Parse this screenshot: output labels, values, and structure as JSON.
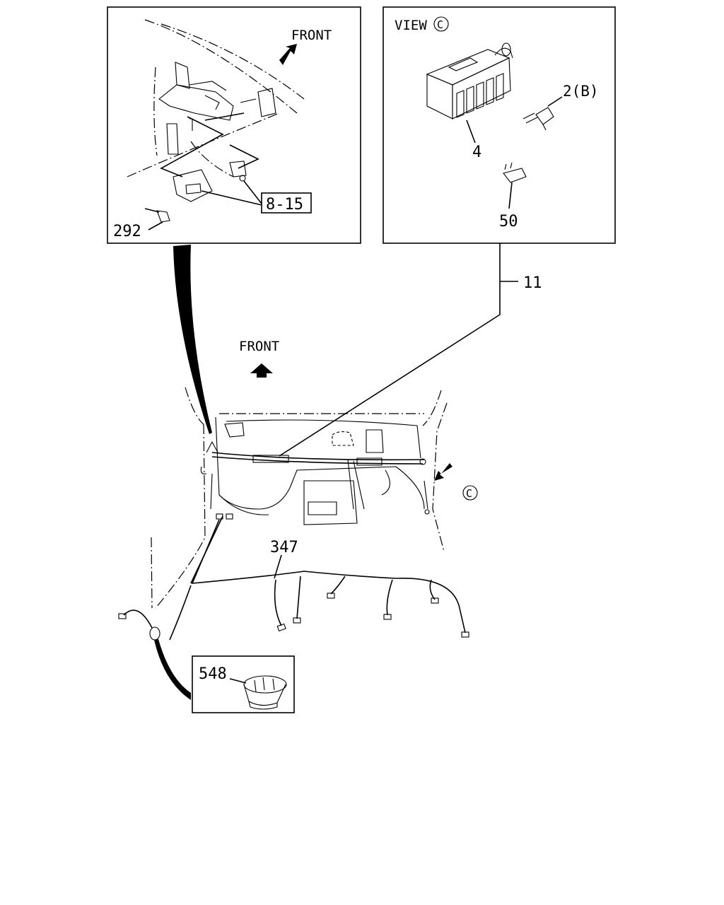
{
  "inset_top_left": {
    "front_label": "FRONT",
    "callout_bracket": "8-15",
    "callout_bolt": "292"
  },
  "inset_top_right": {
    "view_label": "VIEW",
    "view_marker": "C",
    "callout_relay_box": "4",
    "callout_relay": "2(B)",
    "callout_fuse": "50"
  },
  "main": {
    "front_label": "FRONT",
    "callout_link": "11",
    "view_marker": "C",
    "callout_harness": "347"
  },
  "inset_bottom": {
    "callout_grommet": "548"
  }
}
